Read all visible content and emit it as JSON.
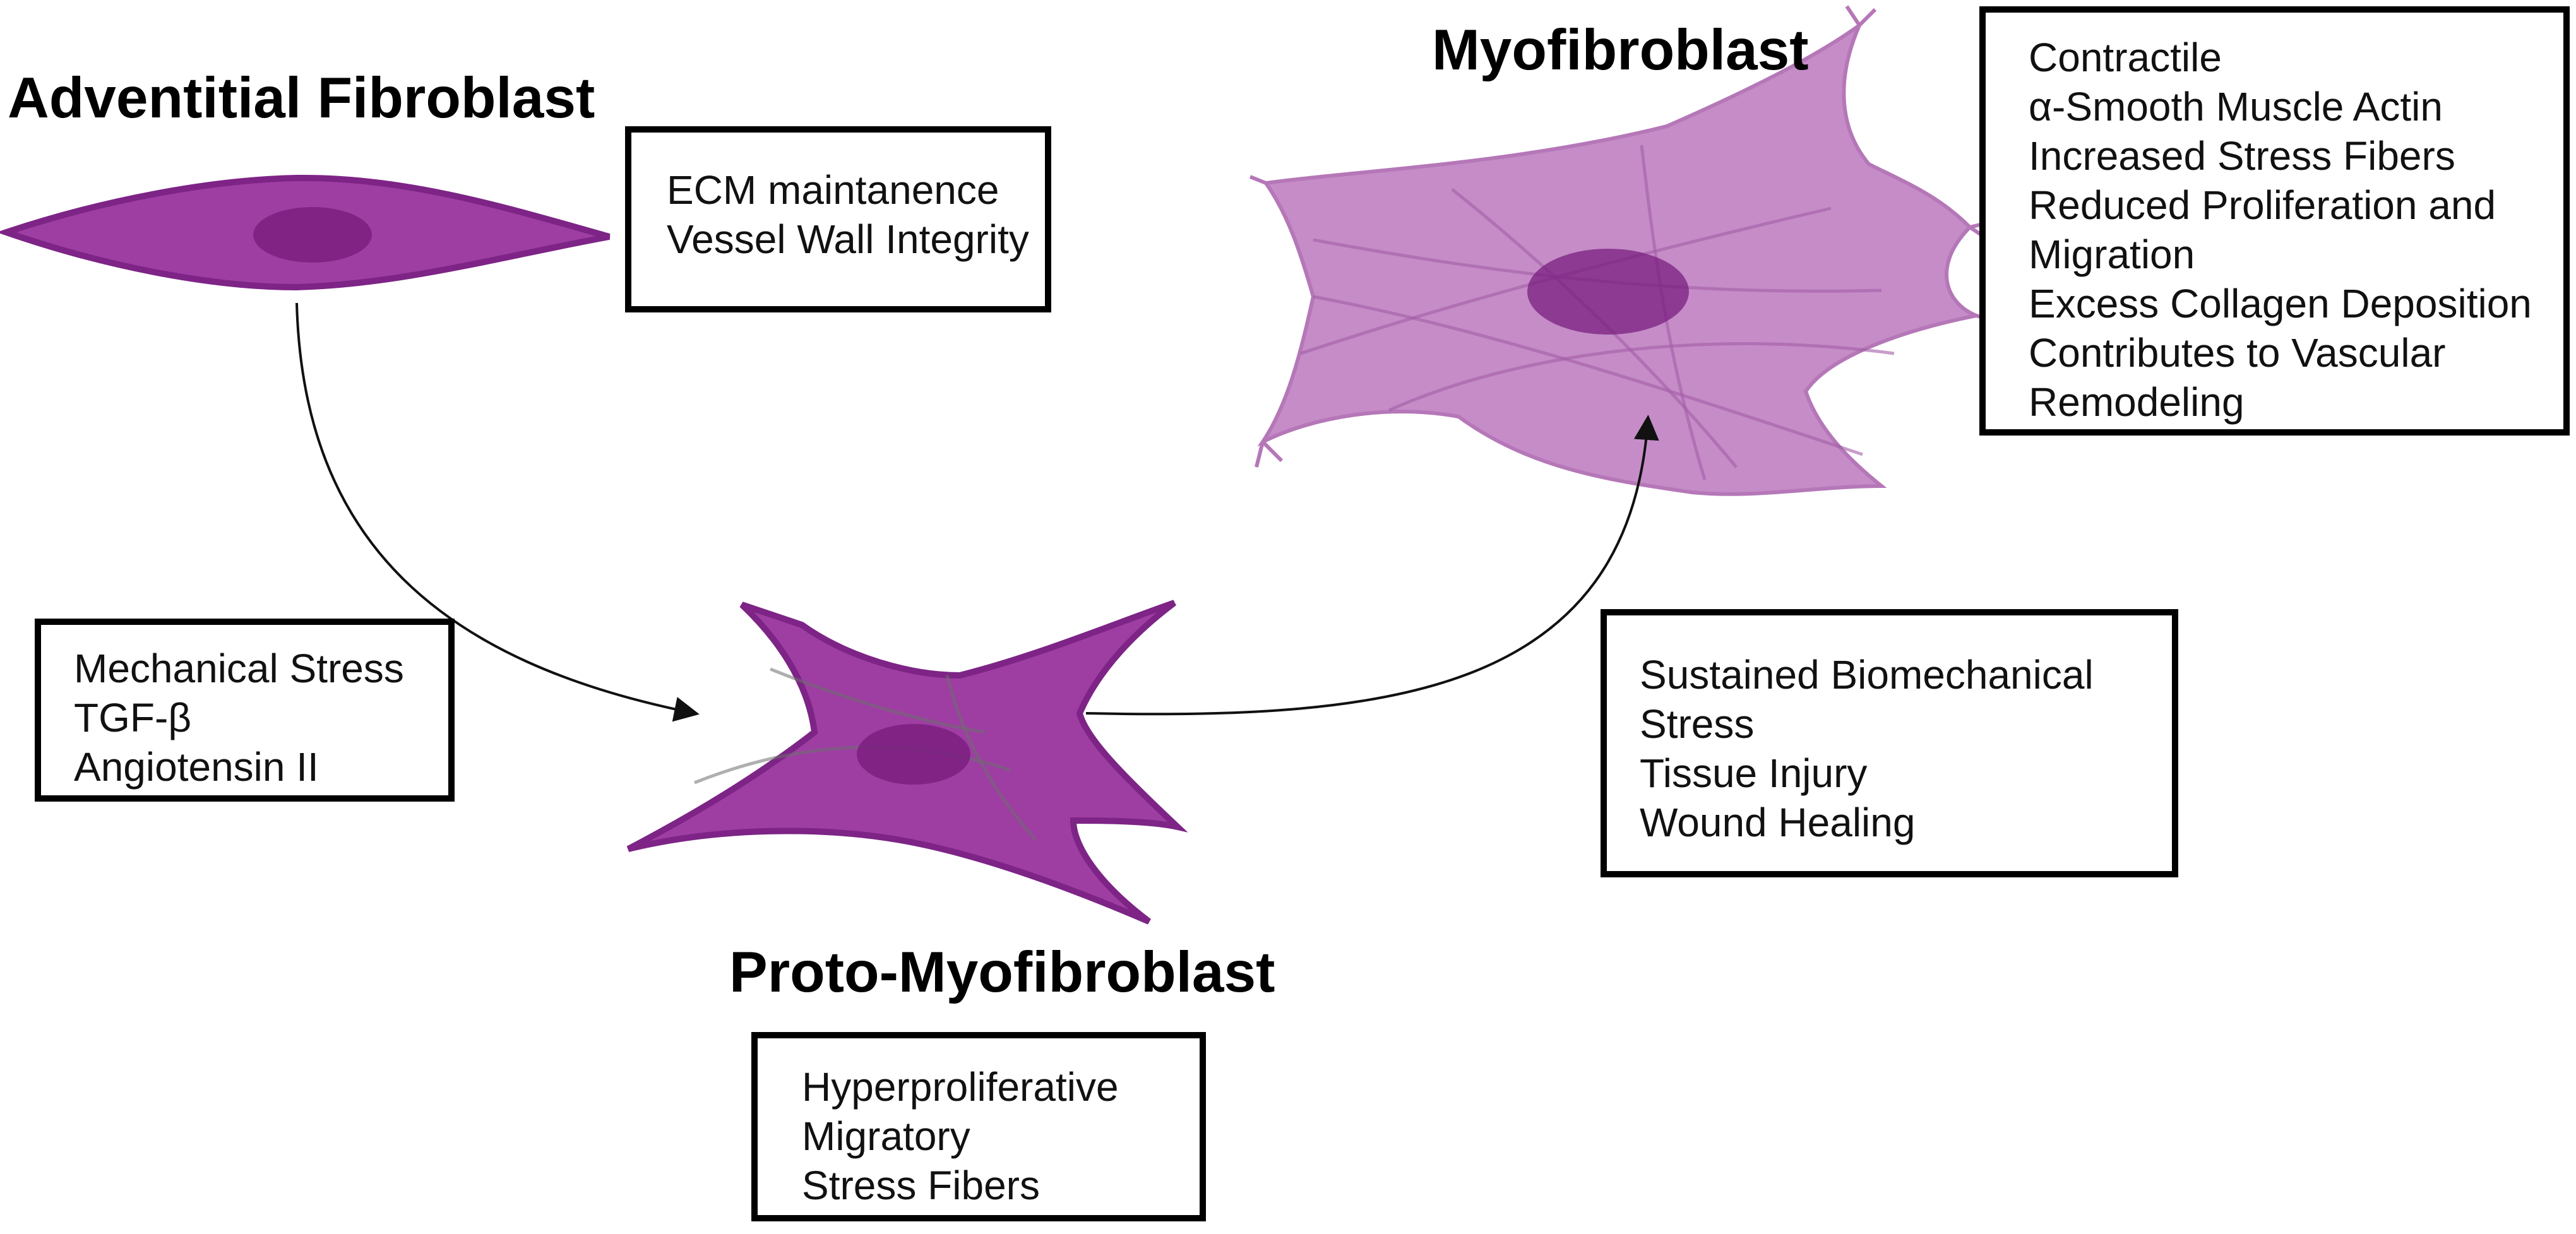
{
  "cells": {
    "adventitial": {
      "title": "Adventitial Fibroblast",
      "properties": [
        "ECM maintanence",
        "Vessel Wall Integrity"
      ]
    },
    "proto": {
      "title": "Proto-Myofibroblast",
      "properties": [
        "Hyperproliferative",
        "Migratory",
        "Stress Fibers"
      ]
    },
    "myo": {
      "title": "Myofibroblast",
      "properties": [
        "Contractile",
        "α-Smooth Muscle Actin",
        "Increased Stress Fibers",
        "Reduced Proliferation and",
        "Migration",
        "Excess Collagen Deposition",
        "Contributes to Vascular",
        "Remodeling"
      ]
    }
  },
  "transitions": {
    "to_proto": {
      "triggers": [
        "Mechanical Stress",
        "TGF-β",
        "Angiotensin II"
      ]
    },
    "to_myo": {
      "triggers": [
        "Sustained Biomechanical",
        "Stress",
        "Tissue Injury",
        "Wound Healing"
      ]
    }
  },
  "colors": {
    "cell_dark": "#9e3ea3",
    "cell_outline": "#7d2486",
    "nucleus": "#7a1f80",
    "myo_body": "#c58cc8",
    "arrow": "#111111"
  }
}
